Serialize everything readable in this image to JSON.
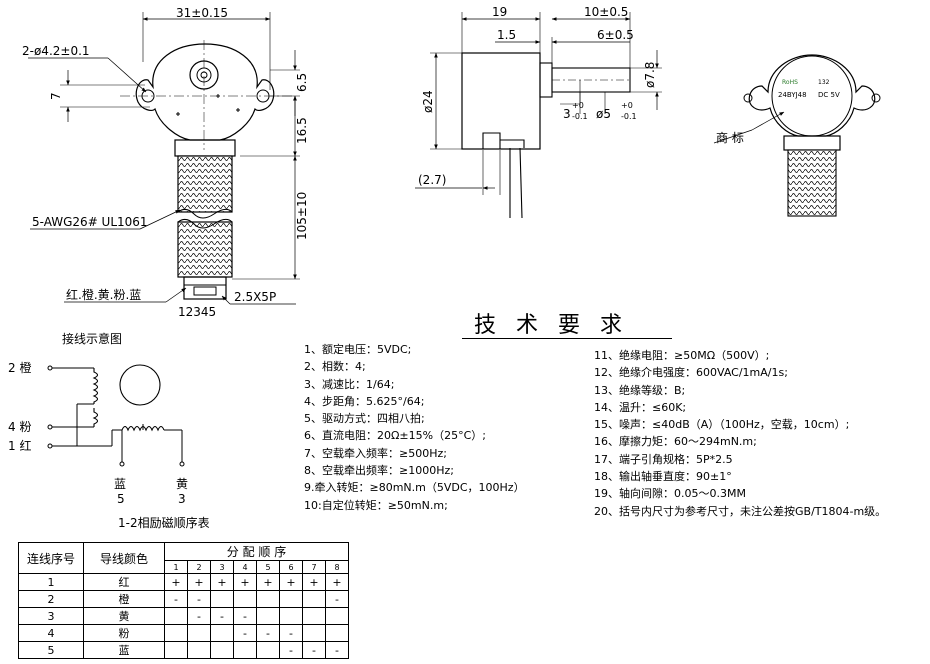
{
  "front_view": {
    "width_dim": "31±0.15",
    "hole_dim": "2-ø4.2±0.1",
    "dim_7": "7",
    "dim_6_5": "6.5",
    "dim_16_5": "16.5",
    "dim_105": "105±10",
    "cable_label": "5-AWG26# UL1061",
    "colors_label": "红.橙.黄.粉.蓝",
    "connector_label": "2.5X5P",
    "pin_numbers": "12345"
  },
  "side_view": {
    "dim_19": "19",
    "dim_10": "10±0.5",
    "dim_1_5": "1.5",
    "dim_6": "6±0.5",
    "dim_24": "ø24",
    "dim_7_8": "ø7.8",
    "dim_3": "3",
    "dim_3_tol_top": "+0",
    "dim_3_tol_bottom": "-0.1",
    "dim_5": "ø5",
    "dim_5_tol_top": "+0",
    "dim_5_tol_bottom": "-0.1",
    "dim_2_7": "(2.7)"
  },
  "label_view": {
    "brand_label": "商 标",
    "sticker_model": "24BYJ48",
    "sticker_voltage": "DC 5V",
    "sticker_rohs": "RoHS",
    "sticker_number": "132"
  },
  "wiring": {
    "title": "接线示意图",
    "wire_2": "2 橙",
    "wire_4": "4 粉",
    "wire_1": "1 红",
    "wire_blue": "蓝",
    "wire_blue_no": "5",
    "wire_yellow": "黄",
    "wire_yellow_no": "3"
  },
  "sequence_table": {
    "caption": "1-2相励磁顺序表",
    "col_wire_no": "连线序号",
    "col_wire_color": "导线颜色",
    "col_sequence": "分 配 顺 序",
    "steps": [
      "1",
      "2",
      "3",
      "4",
      "5",
      "6",
      "7",
      "8"
    ],
    "rows": [
      {
        "no": "1",
        "color": "红",
        "cells": [
          "+",
          "+",
          "+",
          "+",
          "+",
          "+",
          "+",
          "+"
        ]
      },
      {
        "no": "2",
        "color": "橙",
        "cells": [
          "-",
          "-",
          "",
          "",
          "",
          "",
          "",
          "-"
        ]
      },
      {
        "no": "3",
        "color": "黄",
        "cells": [
          "",
          "-",
          "-",
          "-",
          "",
          "",
          "",
          ""
        ]
      },
      {
        "no": "4",
        "color": "粉",
        "cells": [
          "",
          "",
          "",
          "-",
          "-",
          "-",
          "",
          ""
        ]
      },
      {
        "no": "5",
        "color": "蓝",
        "cells": [
          "",
          "",
          "",
          "",
          "",
          "-",
          "-",
          "-"
        ]
      }
    ]
  },
  "tech_requirements": {
    "title": "技术要求",
    "left_items": [
      "1、额定电压：5VDC;",
      "2、相数：4;",
      "3、减速比：1/64;",
      "4、步距角：5.625°/64;",
      "5、驱动方式：四相八拍;",
      "6、直流电阻：20Ω±15%（25°C）;",
      "7、空载牵入频率：≥500Hz;",
      "8、空载牵出频率：≥1000Hz;",
      "9.牵入转矩：≥80mN.m（5VDC，100Hz）",
      "10:自定位转矩：≥50mN.m;"
    ],
    "right_items": [
      "11、绝缘电阻：≥50MΩ（500V）;",
      "12、绝缘介电强度：600VAC/1mA/1s;",
      "13、绝缘等级：B;",
      "14、温升：≤60K;",
      "15、噪声：≤40dB（A）（100Hz，空载，10cm）;",
      "16、摩擦力矩：60～294mN.m;",
      "17、端子引角规格：5P*2.5",
      "18、输出轴垂直度：90±1°",
      "19、轴向间隙：0.05～0.3MM",
      "20、括号内尺寸为参考尺寸，未注公差按GB/T1804-m级。"
    ]
  }
}
